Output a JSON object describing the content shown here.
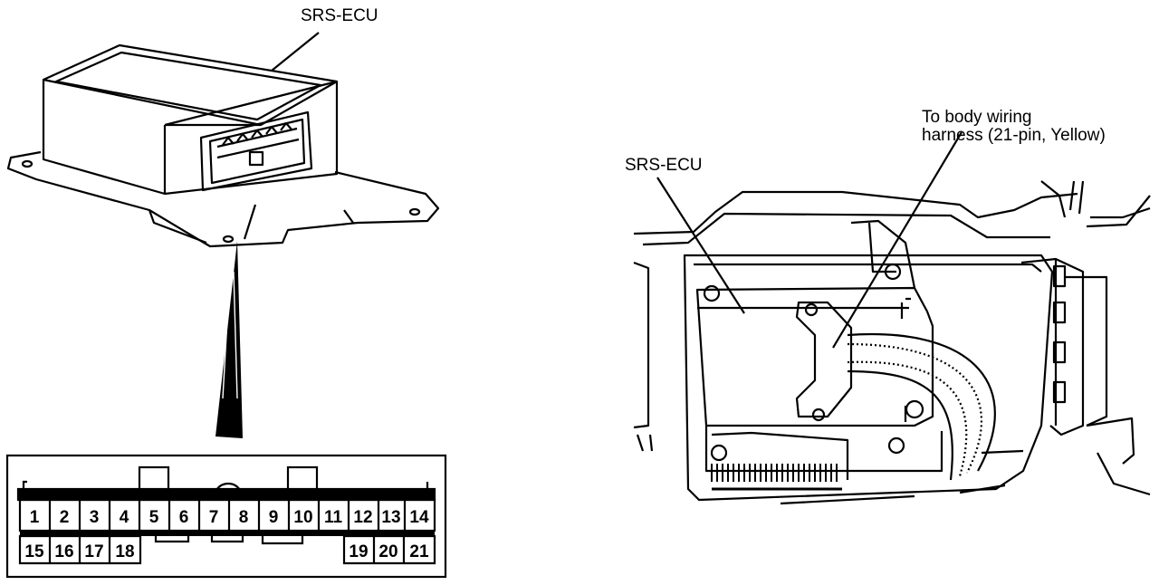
{
  "left_figure": {
    "ecu_label": "SRS-ECU",
    "connector": {
      "top_row": [
        "1",
        "2",
        "3",
        "4",
        "5",
        "6",
        "7",
        "8",
        "9",
        "10",
        "11",
        "12",
        "13",
        "14"
      ],
      "bottom_row_left": [
        "15",
        "16",
        "17",
        "18"
      ],
      "bottom_row_right": [
        "19",
        "20",
        "21"
      ]
    }
  },
  "right_figure": {
    "ecu_label": "SRS-ECU",
    "harness_label_line1": "To body wiring",
    "harness_label_line2": "harness (21-pin, Yellow)"
  }
}
